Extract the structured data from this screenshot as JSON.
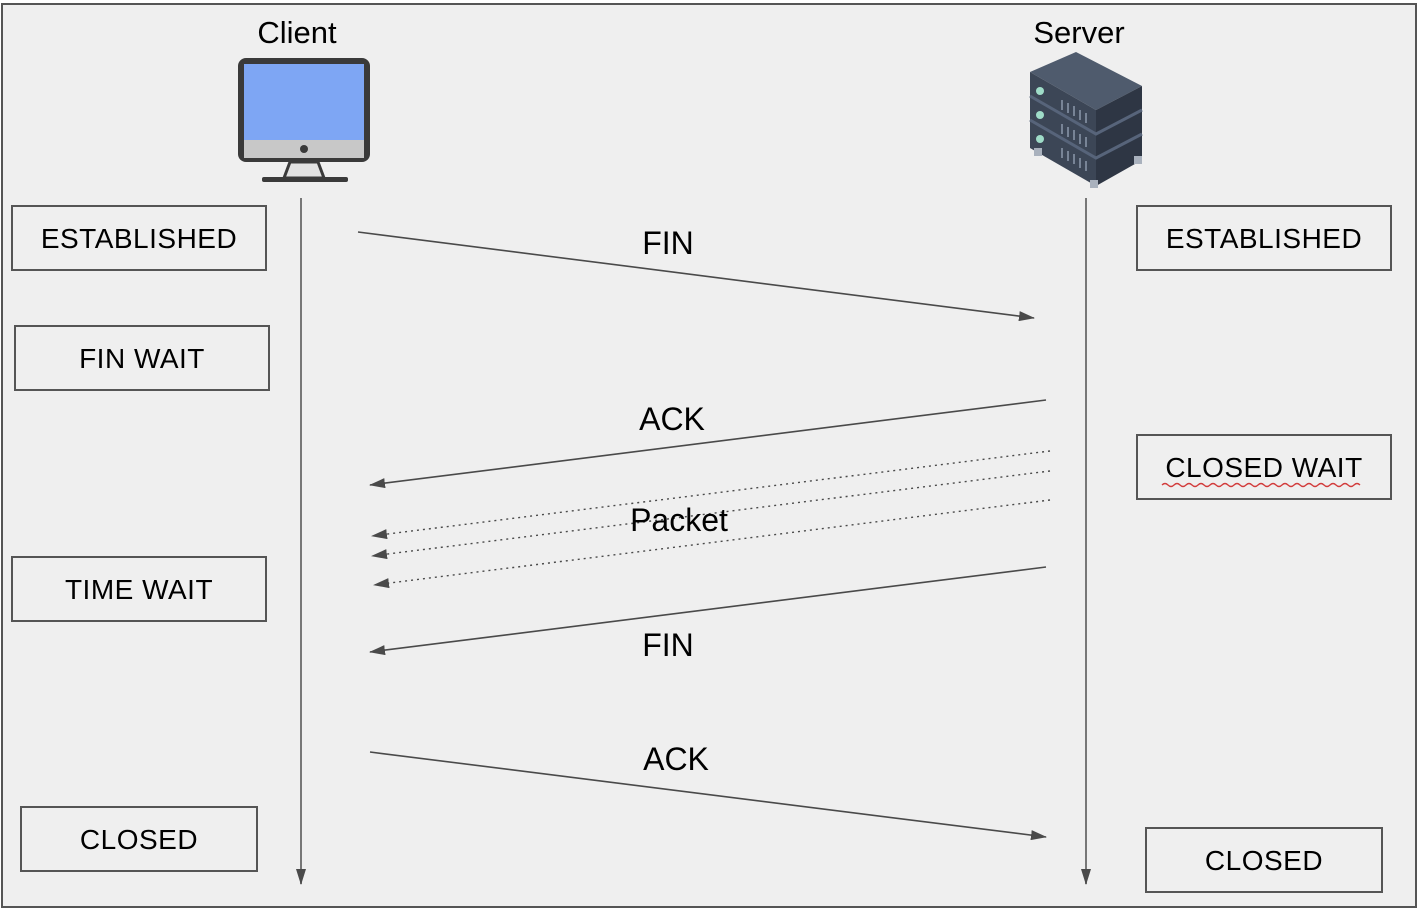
{
  "actors": {
    "client": "Client",
    "server": "Server"
  },
  "client_states": [
    "ESTABLISHED",
    "FIN WAIT",
    "TIME WAIT",
    "CLOSED"
  ],
  "server_states": [
    "ESTABLISHED",
    "CLOSED WAIT",
    "CLOSED"
  ],
  "messages": [
    {
      "label": "FIN",
      "direction": "client-to-server",
      "style": "solid"
    },
    {
      "label": "ACK",
      "direction": "server-to-client",
      "style": "solid"
    },
    {
      "label": "Packet",
      "direction": "server-to-client",
      "style": "dotted"
    },
    {
      "label": "FIN",
      "direction": "server-to-client",
      "style": "solid"
    },
    {
      "label": "ACK",
      "direction": "client-to-server",
      "style": "solid"
    }
  ],
  "icons": {
    "client": "desktop-computer-icon",
    "server": "server-rack-icon"
  },
  "colors": {
    "background": "#efefef",
    "monitor_screen": "#7ea6f4",
    "server_body": "#3c4656",
    "server_light": "#9fdcc8",
    "line": "#4a4a4a"
  }
}
